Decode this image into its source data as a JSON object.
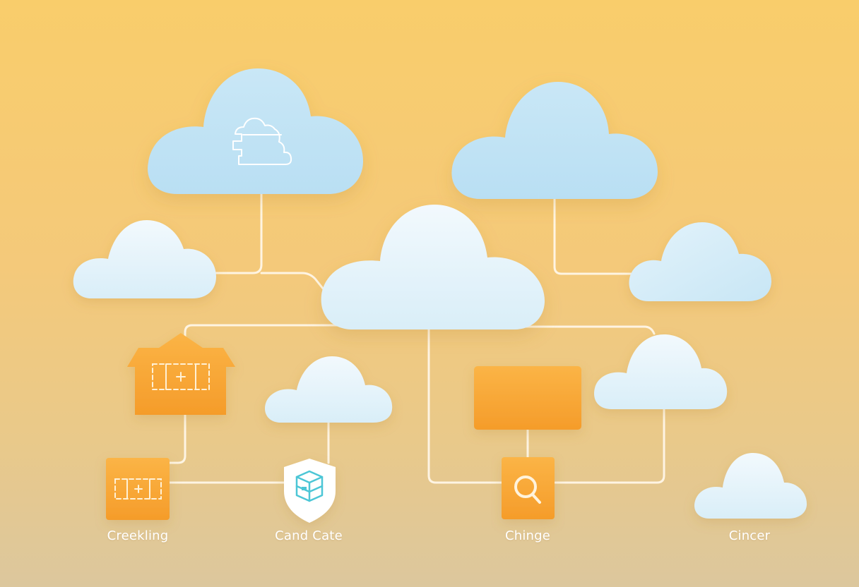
{
  "diagram": {
    "labels": {
      "node_1": "Creekling",
      "node_2": "Cand Cate",
      "node_3": "Chinge",
      "node_4": "Cincer"
    },
    "colors": {
      "cloud": "#d7ecf7",
      "accent": "#f8a83a",
      "connector": "#fff7e8",
      "shield": "#ffffff",
      "shield_icon": "#4cc6d6"
    },
    "icons": {
      "cloud_glyph": "cloud-icon",
      "frame_glyph": "frame-plus-icon",
      "search_glyph": "search-icon",
      "shield_glyph": "shield-icon",
      "server_glyph": "server-icon"
    }
  }
}
